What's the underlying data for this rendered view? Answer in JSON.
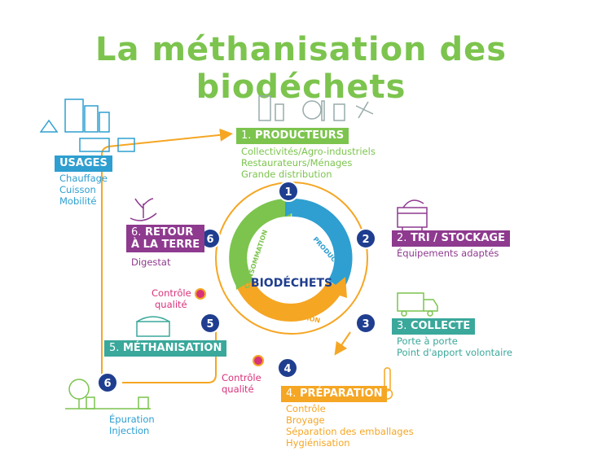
{
  "title": "La méthanisation des biodéchets",
  "colors": {
    "green": "#7cc44e",
    "blue": "#2e9fd0",
    "orange": "#f5a623",
    "purple": "#8e3a8f",
    "teal": "#3aa89b",
    "navy": "#1f3e8f",
    "magenta": "#d8327a"
  },
  "center": {
    "label": "BIODÉCHETS",
    "consommation": "CONSOMMATION",
    "production": "PRODUCTION",
    "valorisation": "VALORISATION"
  },
  "steps": {
    "producteurs": {
      "num": "1.",
      "title": "PRODUCTEURS",
      "lines": [
        "Collectivités/Agro-industriels",
        "Restaurateurs/Ménages",
        "Grande distribution"
      ]
    },
    "tri": {
      "num": "2.",
      "title": "TRI / STOCKAGE",
      "lines": [
        "Équipements adaptés"
      ]
    },
    "collecte": {
      "num": "3.",
      "title": "COLLECTE",
      "lines": [
        "Porte à porte",
        "Point d'apport volontaire"
      ]
    },
    "preparation": {
      "num": "4.",
      "title": "PRÉPARATION",
      "lines": [
        "Contrôle",
        "Broyage",
        "Séparation des emballages",
        "Hygiénisation"
      ]
    },
    "methanisation": {
      "num": "5.",
      "title": "MÉTHANISATION"
    },
    "retour": {
      "num": "6.",
      "title1": "RETOUR",
      "title2": "À LA TERRE",
      "lines": [
        "Digestat"
      ]
    },
    "usages": {
      "title": "USAGES",
      "lines": [
        "Chauffage",
        "Cuisson",
        "Mobilité"
      ]
    },
    "epuration": {
      "lines": [
        "Épuration",
        "Injection"
      ]
    }
  },
  "controle": {
    "line1": "Contrôle",
    "line2": "qualité"
  },
  "circle_numbers": [
    "1",
    "2",
    "3",
    "4",
    "5",
    "6",
    "6"
  ]
}
